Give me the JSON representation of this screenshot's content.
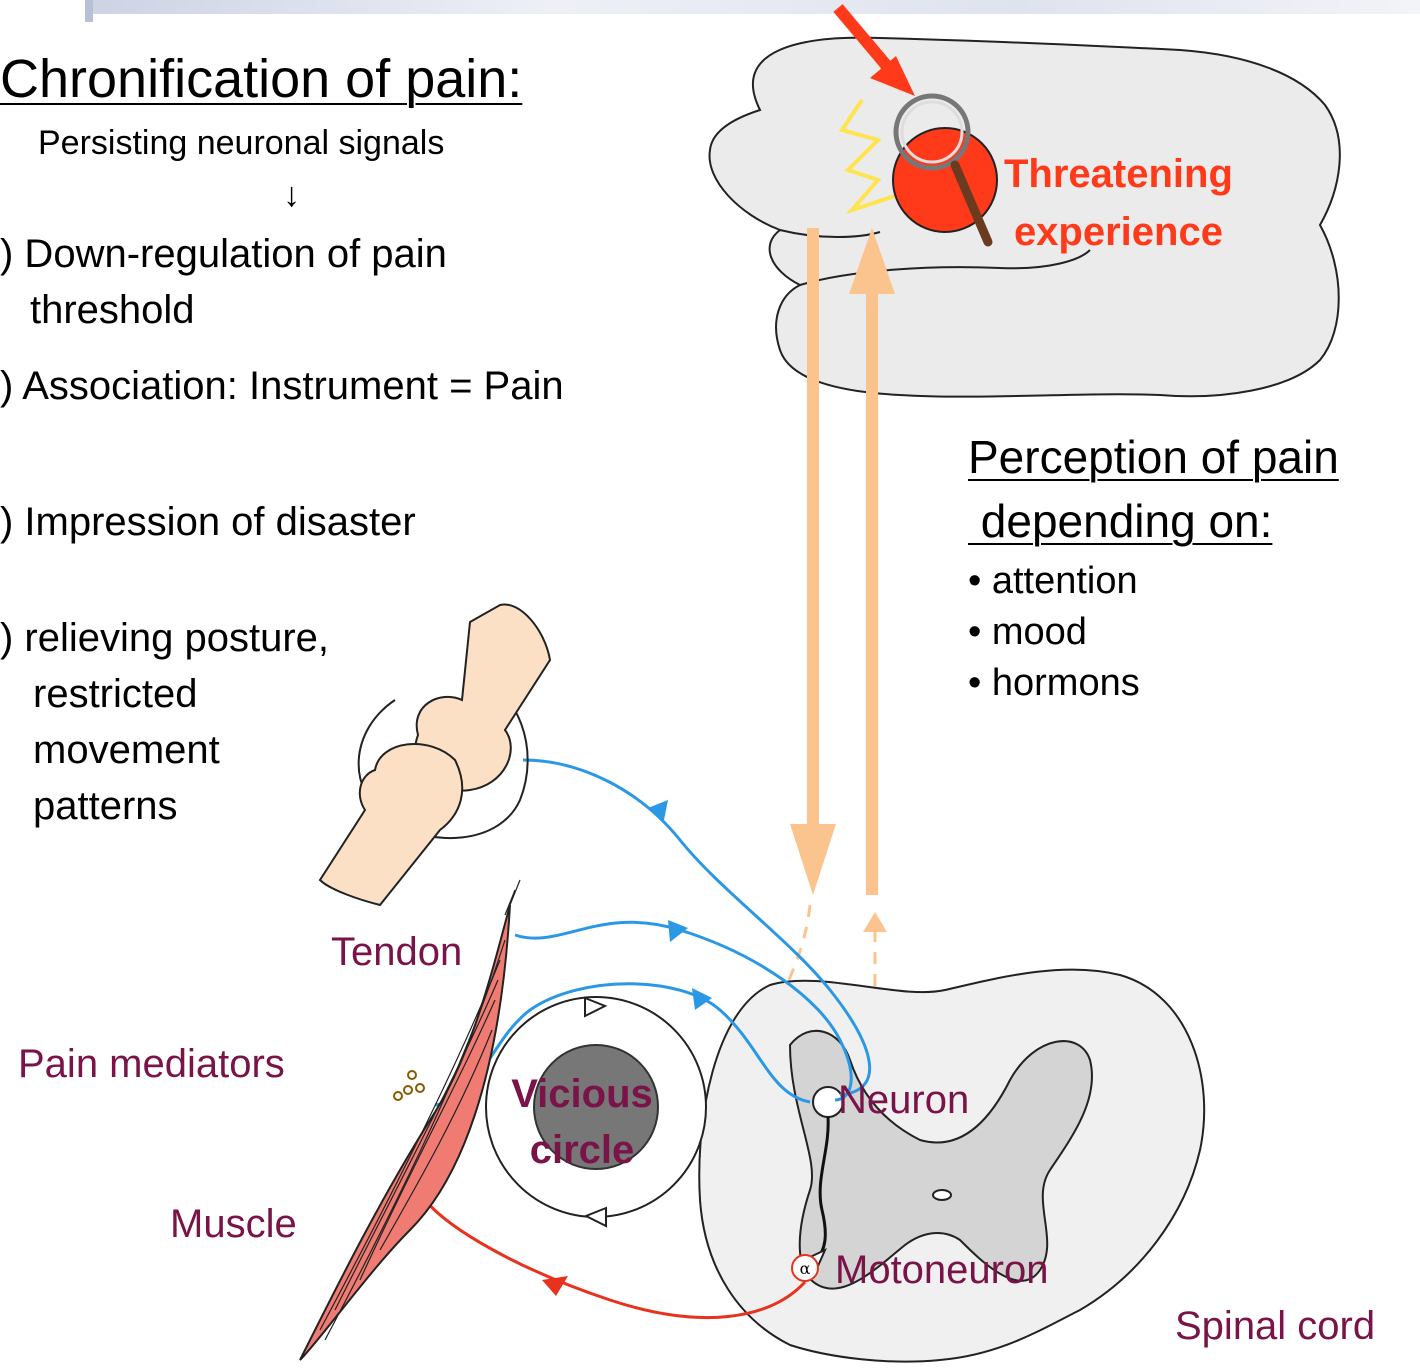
{
  "heading": "Chronification of pain:",
  "subheading": "Persisting neuronal signals",
  "down_arrow": "↓",
  "items": [
    {
      "lines": [
        ") Down-regulation of pain",
        "threshold"
      ]
    },
    {
      "lines": [
        ") Association: Instrument = Pain"
      ]
    },
    {
      "lines": [
        ") Impression of disaster"
      ]
    },
    {
      "lines": [
        ") relieving posture,",
        "restricted",
        "movement",
        "patterns"
      ]
    }
  ],
  "perception": {
    "title_line1": "Perception of pain",
    "title_line2": " depending on:",
    "bullets": [
      "• attention",
      "• mood",
      "• hormons"
    ]
  },
  "labels": {
    "threat_line1": "Threatening",
    "threat_line2": "experience",
    "tendon": "Tendon",
    "pain_mediators": "Pain mediators",
    "muscle": "Muscle",
    "vicious_line1": "Vicious",
    "vicious_line2": "circle",
    "neuron": "Neuron",
    "motoneuron": "Motoneuron",
    "spinal_cord": "Spinal cord",
    "alpha": "α"
  },
  "colors": {
    "blue_path": "#2b98e6",
    "red_path": "#e8321e",
    "orange_arrow": "#fbc48e",
    "threat_red": "#ff3a1a",
    "muscle": "#f07b73",
    "label_purple": "#7a1347",
    "brain_fill": "#ebebeb",
    "cord_fill": "#f0f0f0",
    "bone_fill": "#fbe0c6"
  }
}
